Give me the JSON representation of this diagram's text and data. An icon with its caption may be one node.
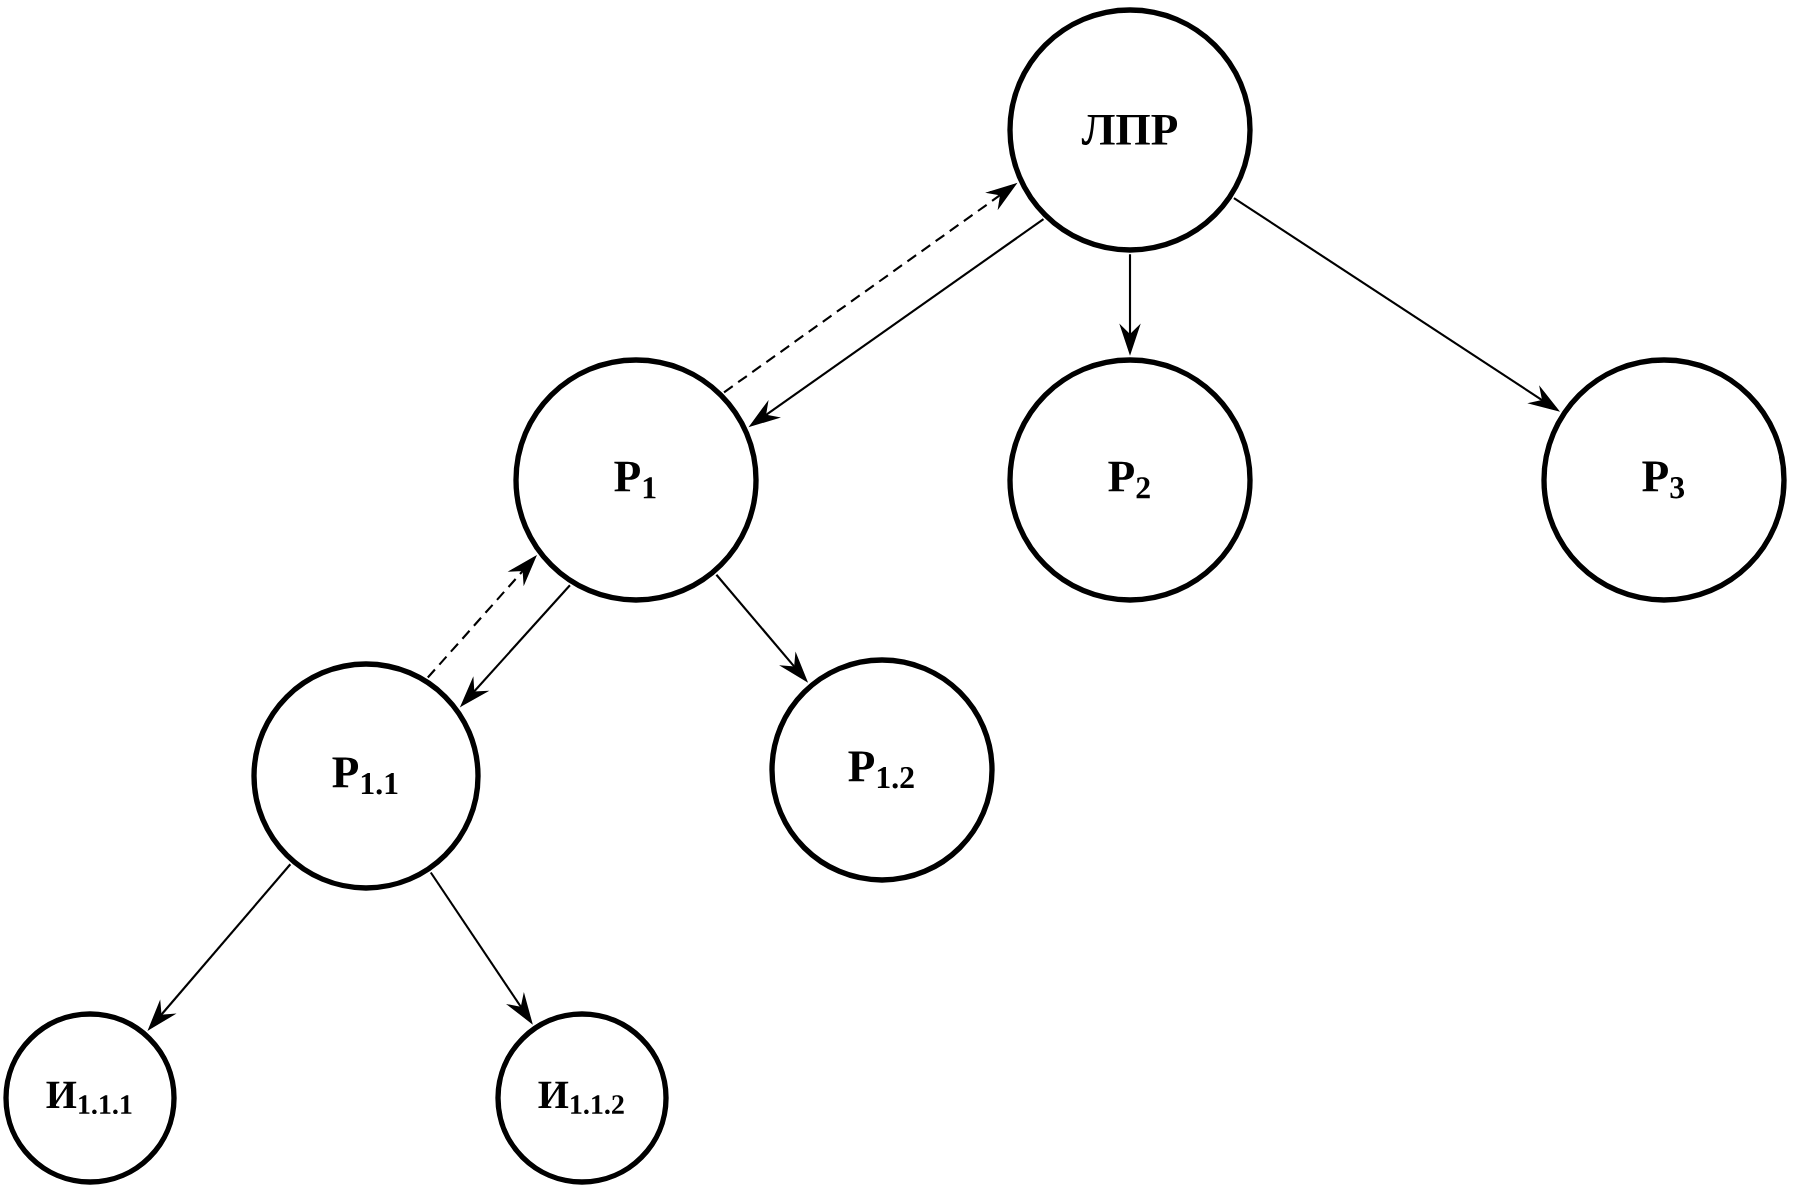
{
  "diagram": {
    "nodes": [
      {
        "text": [
          "ЛПР"
        ]
      },
      {
        "text": [
          "Р$_{1}$"
        ]
      },
      {
        "text": [
          "Р$_{2}$"
        ]
      },
      {
        "text": [
          "Р$_{3}$"
        ]
      },
      {
        "text": [
          "Р$_{1.1}$"
        ]
      },
      {
        "text": [
          "Р$_{1.2}$"
        ]
      },
      {
        "text": [
          "И$_{1.1.1}$"
        ]
      },
      {
        "text": [
          "И$_{1.1.2}$"
        ]
      }
    ],
    "edges": [
      {
        "from": 0,
        "to": 1,
        "arrow": "to"
      },
      {
        "from": 1,
        "to": 0,
        "arrow": "to",
        "style": "dashed"
      },
      {
        "from": 0,
        "to": 2,
        "arrow": "to"
      },
      {
        "from": 0,
        "to": 3,
        "arrow": "to"
      },
      {
        "from": 1,
        "to": 4,
        "arrow": "to"
      },
      {
        "from": 4,
        "to": 1,
        "arrow": "to",
        "style": "dashed"
      },
      {
        "from": 1,
        "to": 5,
        "arrow": "to"
      },
      {
        "from": 4,
        "to": 6,
        "arrow": "to"
      },
      {
        "from": 4,
        "to": 7,
        "arrow": "to"
      }
    ]
  }
}
